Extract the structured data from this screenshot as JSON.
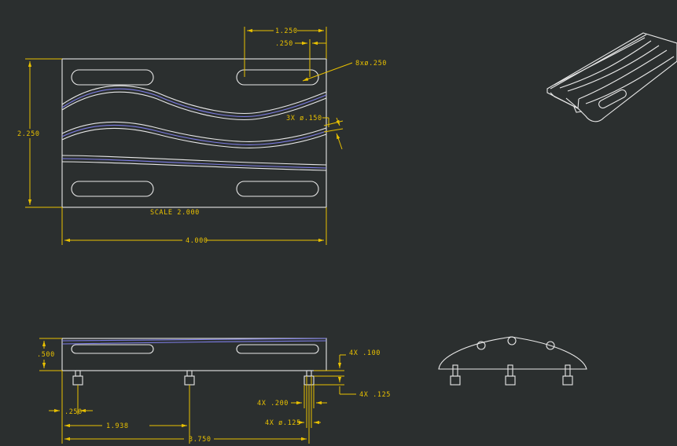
{
  "drawing": {
    "scale_note": "SCALE 2.000",
    "colors": {
      "background": "#2b2f2f",
      "part": "#e8e8e8",
      "dimension": "#e8c000",
      "hidden": "#7d7de6"
    },
    "views": {
      "top": {
        "dims": {
          "overall_width": "4.000",
          "overall_height": "2.250",
          "slot_length": "1.250",
          "slot_offset": ".250",
          "hole_note": "8xø.250",
          "groove_note": "3X ø.150"
        }
      },
      "front": {
        "dims": {
          "thickness": ".500",
          "post_offset": ".250",
          "post_spacing": "1.938",
          "post_span": "3.750",
          "post_height_upper": "4X .100",
          "post_height_lower": "4X .125",
          "post_width": "4X .200",
          "post_neck": "4X ø.125"
        }
      },
      "iso": {},
      "side": {}
    }
  }
}
